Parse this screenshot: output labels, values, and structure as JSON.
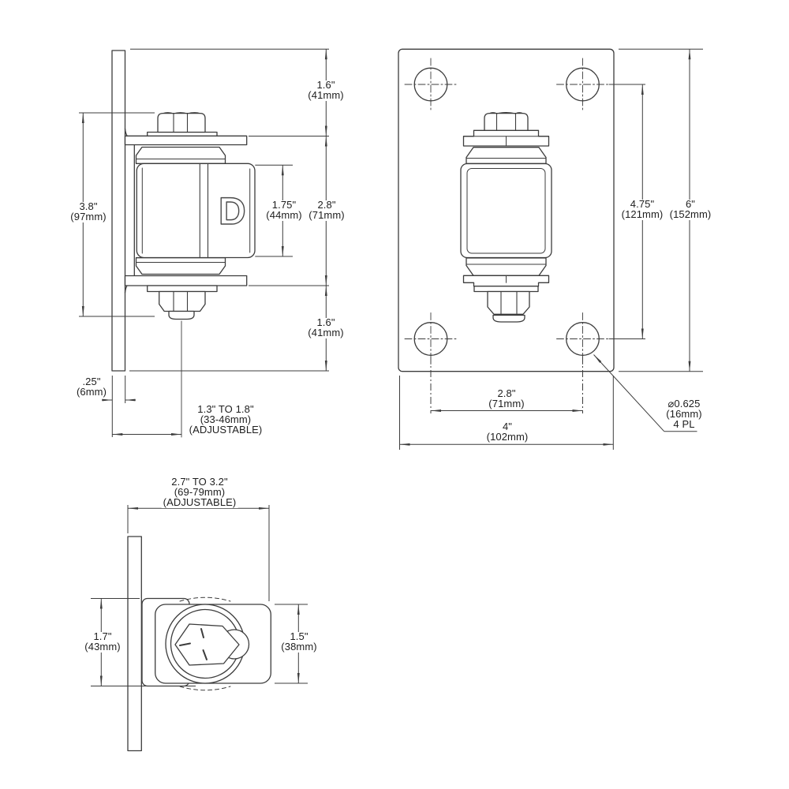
{
  "logo": {
    "letter": "D"
  },
  "side_view": {
    "top_offset": {
      "l1": "1.6\"",
      "l2": "(41mm)"
    },
    "body_height": {
      "l1": "2.8\"",
      "l2": "(71mm)"
    },
    "pivot_height": {
      "l1": "1.75\"",
      "l2": "(44mm)"
    },
    "overall_height": {
      "l1": "3.8\"",
      "l2": "(97mm)"
    },
    "bottom_offset": {
      "l1": "1.6\"",
      "l2": "(41mm)"
    },
    "plate_thickness": {
      "l1": ".25\"",
      "l2": "(6mm)"
    },
    "adjust_range": {
      "l1": "1.3\" TO 1.8\"",
      "l2": "(33-46mm)",
      "l3": "(ADJUSTABLE)"
    }
  },
  "front_view": {
    "hole_spacing_vertical": {
      "l1": "4.75\"",
      "l2": "(121mm)"
    },
    "plate_height": {
      "l1": "6\"",
      "l2": "(152mm)"
    },
    "hole_spacing_horizontal": {
      "l1": "2.8\"",
      "l2": "(71mm)"
    },
    "plate_width": {
      "l1": "4\"",
      "l2": "(102mm)"
    },
    "hole_callout": {
      "l1": "⌀0.625",
      "l2": "(16mm)",
      "l3": "4 PL"
    }
  },
  "top_view": {
    "adjust_range": {
      "l1": "2.7\" TO 3.2\"",
      "l2": "(69-79mm)",
      "l3": "(ADJUSTABLE)"
    },
    "depth": {
      "l1": "1.7\"",
      "l2": "(43mm)"
    },
    "body_width": {
      "l1": "1.5\"",
      "l2": "(38mm)"
    }
  },
  "colors": {
    "line": "#3c3c3c",
    "text": "#1e1e1e",
    "background": "#ffffff"
  }
}
